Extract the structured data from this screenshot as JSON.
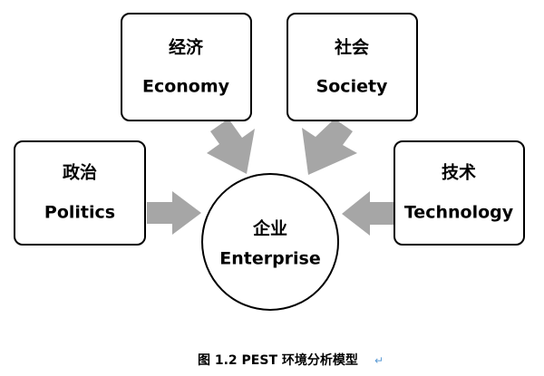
{
  "diagram": {
    "nodes": {
      "economy": {
        "zh": "经济",
        "en": "Economy"
      },
      "society": {
        "zh": "社会",
        "en": "Society"
      },
      "politics": {
        "zh": "政治",
        "en": "Politics"
      },
      "technology": {
        "zh": "技术",
        "en": "Technology"
      },
      "enterprise": {
        "zh": "企业",
        "en": "Enterprise"
      }
    },
    "colors": {
      "arrow": "#a6a6a6",
      "border": "#000000",
      "return_mark": "#5b9bd5"
    },
    "caption": "图 1.2 PEST 环境分析模型",
    "caption_mark": "↵"
  }
}
